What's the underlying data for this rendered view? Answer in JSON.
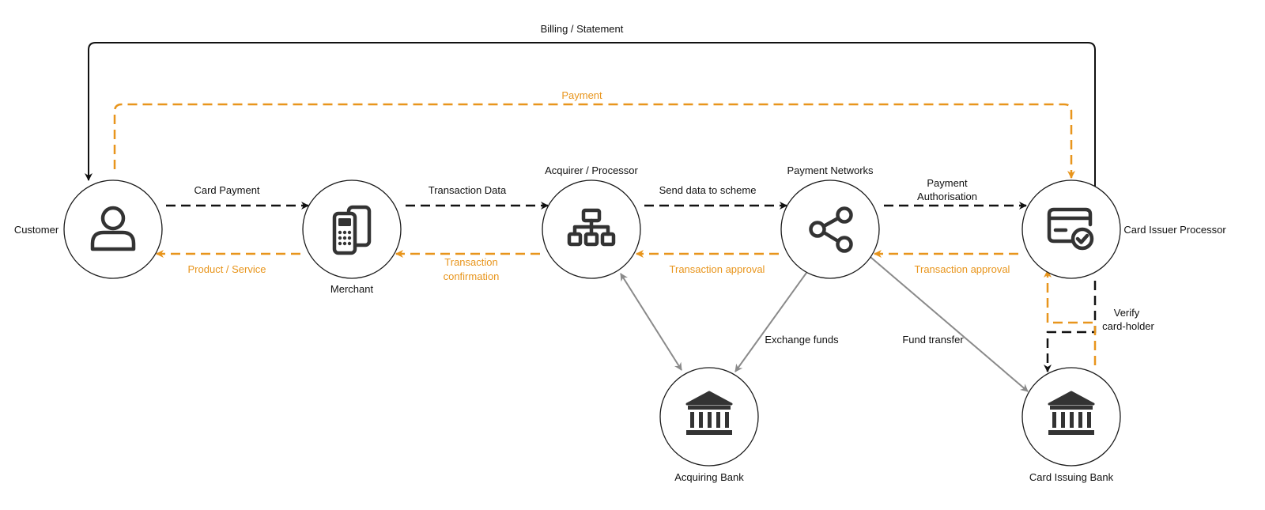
{
  "diagram": {
    "nodes": {
      "customer": {
        "label": "Customer",
        "icon": "person-icon"
      },
      "merchant": {
        "label": "Merchant",
        "icon": "pos-terminal-icon"
      },
      "acquirer": {
        "label": "Acquirer / Processor",
        "icon": "hierarchy-icon"
      },
      "networks": {
        "label": "Payment Networks",
        "icon": "share-icon"
      },
      "issuer_processor": {
        "label": "Card Issuer Processor",
        "icon": "credit-card-check-icon"
      },
      "acquiring_bank": {
        "label": "Acquiring Bank",
        "icon": "bank-icon"
      },
      "issuing_bank": {
        "label": "Card Issuing Bank",
        "icon": "bank-icon"
      }
    },
    "edges": {
      "billing": "Billing / Statement",
      "payment": "Payment",
      "card_payment": "Card Payment",
      "product_service": "Product / Service",
      "transaction_data": "Transaction Data",
      "transaction_confirmation_1": "Transaction",
      "transaction_confirmation_2": "confirmation",
      "send_data": "Send data to scheme",
      "transaction_approval_1": "Transaction approval",
      "payment_authorisation_1": "Payment",
      "payment_authorisation_2": "Authorisation",
      "transaction_approval_2": "Transaction approval",
      "exchange_funds": "Exchange funds",
      "fund_transfer": "Fund transfer",
      "verify_1": "Verify",
      "verify_2": "card-holder"
    },
    "colors": {
      "request_flow": "#111111",
      "response_flow": "#e8951c",
      "fund_flow": "#8a8a8a"
    }
  }
}
